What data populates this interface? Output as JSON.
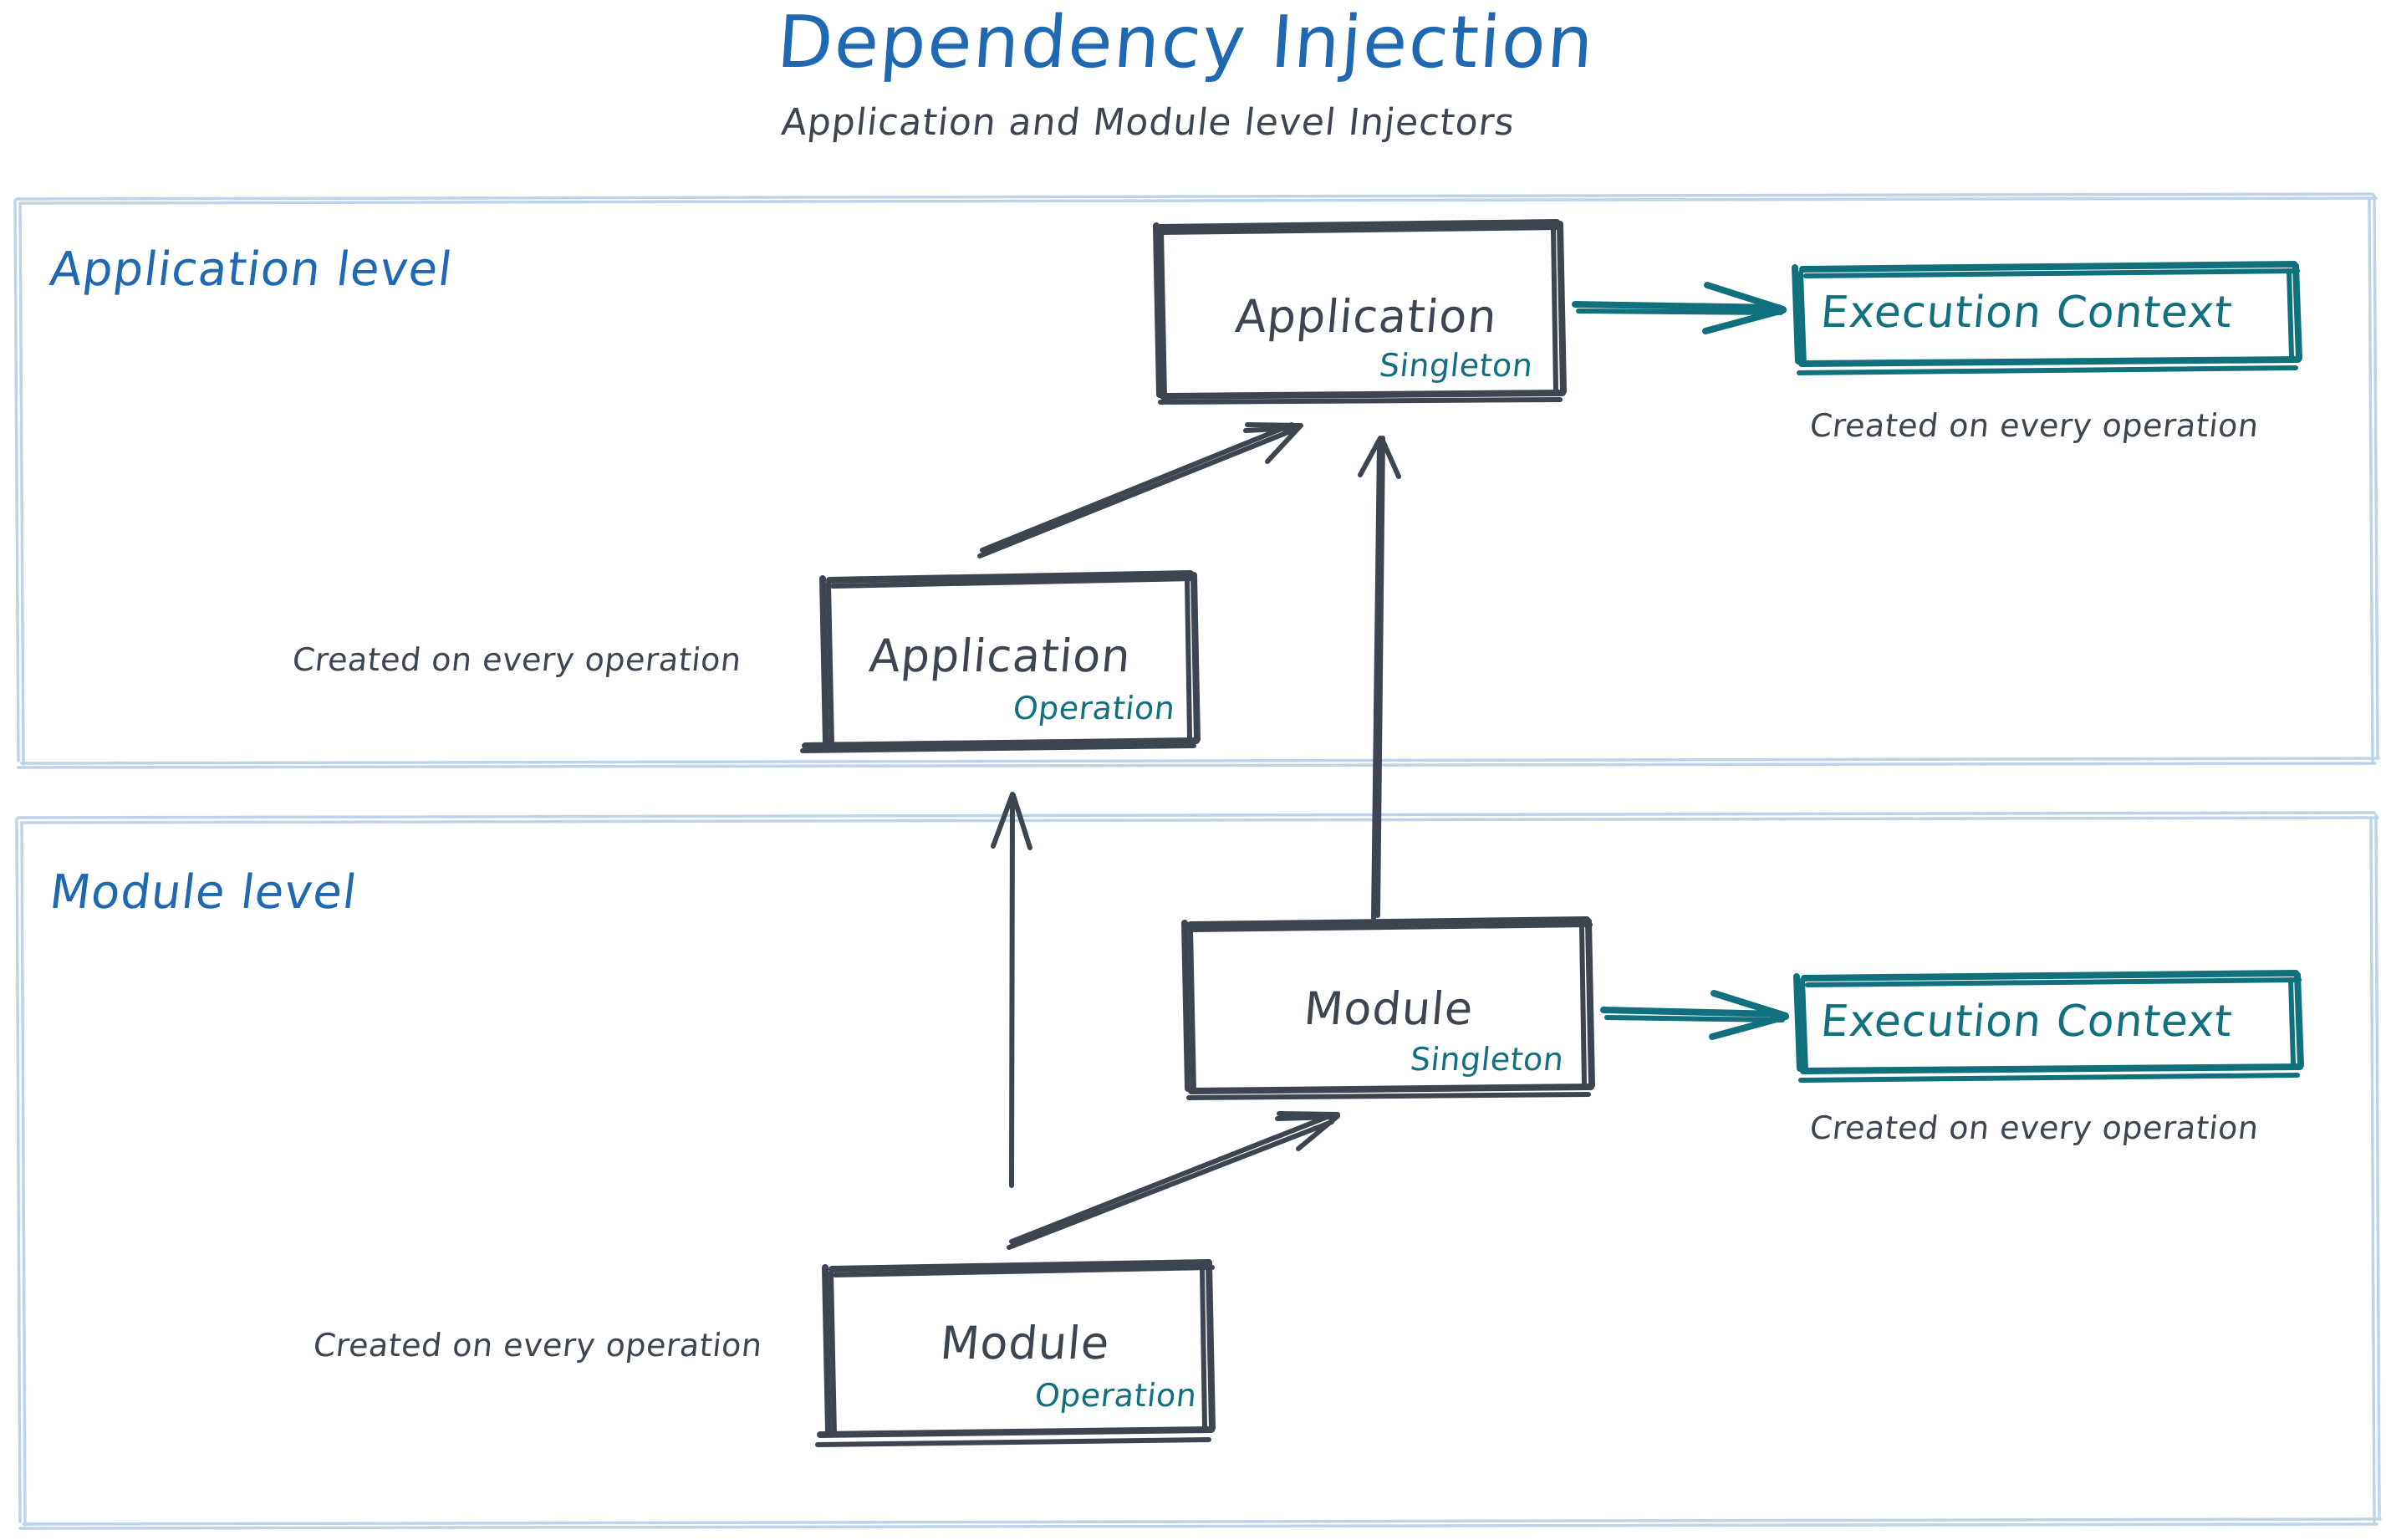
{
  "header": {
    "title": "Dependency Injection",
    "subtitle": "Application and Module level Injectors",
    "title_color": "#1f69b3",
    "subtitle_color": "#3d4551"
  },
  "colors": {
    "blue": "#1f69b3",
    "light_blue_border": "#bcd3ea",
    "dark_gray": "#3d4551",
    "teal": "#11707d",
    "background": "#ffffff"
  },
  "sections": [
    {
      "id": "application-level",
      "label": "Application level",
      "nodes": [
        {
          "id": "application-singleton",
          "title": "Application",
          "scope": "Singleton",
          "style": "dark"
        },
        {
          "id": "application-execution-context",
          "title": "Execution Context",
          "style": "teal",
          "caption": "Created on every operation"
        },
        {
          "id": "application-operation",
          "title": "Application",
          "scope": "Operation",
          "style": "dark",
          "caption": "Created on every operation"
        }
      ]
    },
    {
      "id": "module-level",
      "label": "Module level",
      "nodes": [
        {
          "id": "module-singleton",
          "title": "Module",
          "scope": "Singleton",
          "style": "dark"
        },
        {
          "id": "module-execution-context",
          "title": "Execution Context",
          "style": "teal",
          "caption": "Created on every operation"
        },
        {
          "id": "module-operation",
          "title": "Module",
          "scope": "Operation",
          "style": "dark",
          "caption": "Created on every operation"
        }
      ]
    }
  ],
  "edges": [
    {
      "id": "app-singleton-to-exec-context",
      "from": "application-singleton",
      "to": "application-execution-context",
      "color": "#11707d"
    },
    {
      "id": "app-operation-to-app-singleton",
      "from": "application-operation",
      "to": "application-singleton",
      "color": "#3d4551"
    },
    {
      "id": "module-singleton-to-app-singleton",
      "from": "module-singleton",
      "to": "application-singleton",
      "color": "#3d4551"
    },
    {
      "id": "module-singleton-to-exec-context",
      "from": "module-singleton",
      "to": "module-execution-context",
      "color": "#11707d"
    },
    {
      "id": "module-operation-to-module-singleton",
      "from": "module-operation",
      "to": "module-singleton",
      "color": "#3d4551"
    },
    {
      "id": "module-operation-to-app-operation",
      "from": "module-operation",
      "to": "application-operation",
      "color": "#3d4551"
    }
  ],
  "labels": {
    "title": "Dependency Injection",
    "subtitle": "Application and Module level Injectors",
    "application_level": "Application level",
    "module_level": "Module level",
    "application": "Application",
    "module": "Module",
    "singleton": "Singleton",
    "operation": "Operation",
    "execution_context": "Execution Context",
    "created_on_every_operation": "Created on every operation"
  }
}
